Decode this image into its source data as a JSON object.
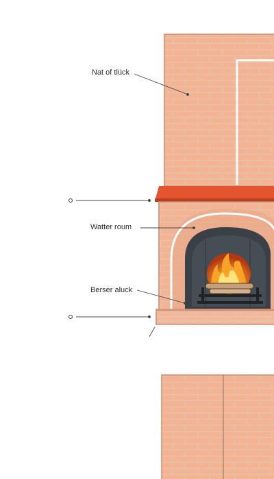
{
  "labels": {
    "top": "Nat of tlück",
    "middle": "Watter roum",
    "bottom": "Berser aluck"
  },
  "colors": {
    "brick": "#f4b493",
    "mortar": "#e9cbb5",
    "mantel": "#e4542f",
    "firebox": "#3b4046",
    "flame": "#f08a1c"
  },
  "icons": [
    "chimney",
    "mantel",
    "firebox",
    "fire",
    "log-grate",
    "hearth"
  ]
}
